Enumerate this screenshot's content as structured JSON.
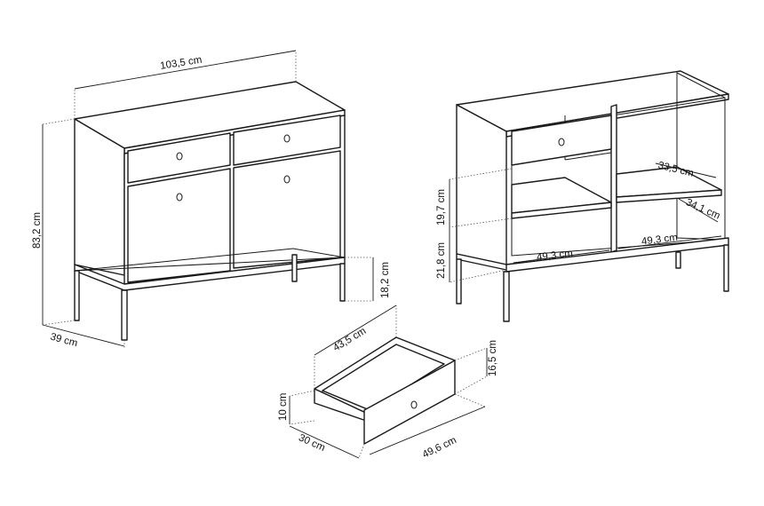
{
  "dimensions": {
    "width": "103,5 cm",
    "height": "83,2 cm",
    "depth": "39 cm",
    "leg_height": "18,2 cm",
    "shelf_gap": "19,7 cm",
    "lower_gap": "21,8 cm",
    "shelf_depth_upper": "33,5 cm",
    "shelf_depth_lower": "34,1 cm",
    "inner_width_left": "49,3 cm",
    "inner_width_right": "49,3 cm",
    "drawer_depth": "43,5 cm",
    "drawer_front_height": "16,5 cm",
    "drawer_inner_height": "10 cm",
    "drawer_side": "30 cm",
    "drawer_width": "49,6 cm"
  }
}
